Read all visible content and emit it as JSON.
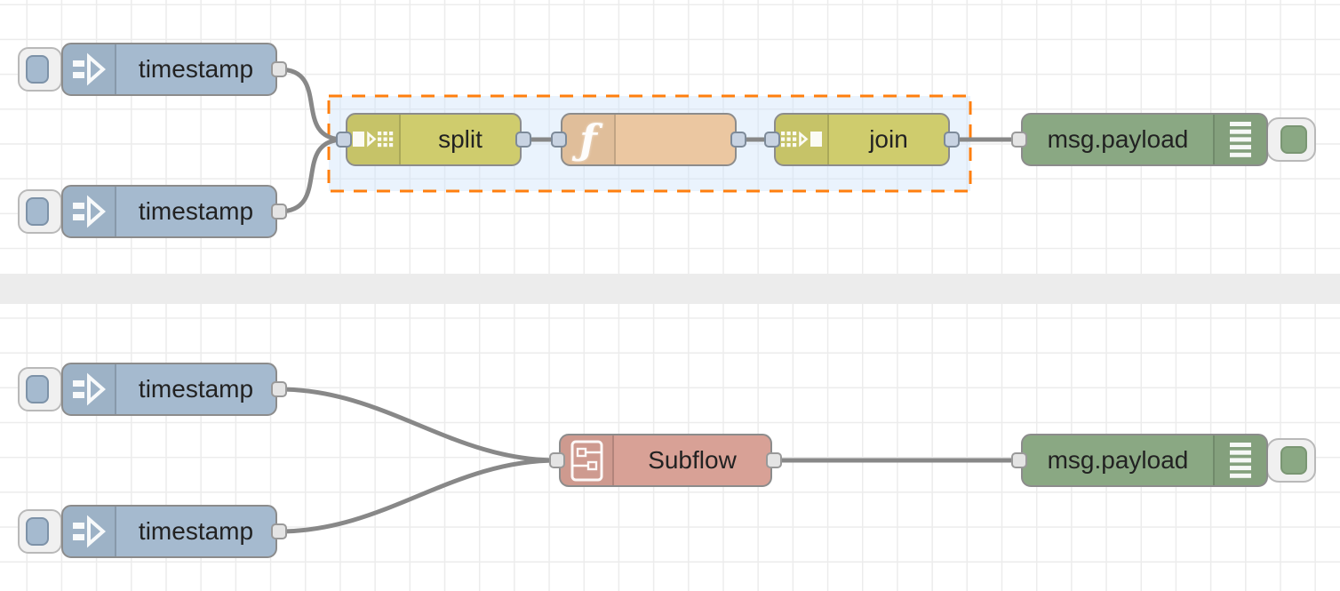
{
  "theme": {
    "inject_color": "#a5bacf",
    "split_join_color": "#cfcc6d",
    "function_color": "#ebc7a1",
    "subflow_color": "#d8a196",
    "debug_color": "#8aa883",
    "wire_color": "#888888",
    "selection_border_color": "#ff7f0e",
    "selection_fill_color": "#cde3fa",
    "grid_line_color": "#ececec",
    "divider_color": "#ececec"
  },
  "flow_top": {
    "inject1": {
      "label": "timestamp"
    },
    "inject2": {
      "label": "timestamp"
    },
    "split": {
      "label": "split"
    },
    "function": {
      "label": "",
      "glyph": "ƒ"
    },
    "join": {
      "label": "join"
    },
    "debug": {
      "label": "msg.payload"
    }
  },
  "flow_bottom": {
    "inject3": {
      "label": "timestamp"
    },
    "inject4": {
      "label": "timestamp"
    },
    "subflow": {
      "label": "Subflow"
    },
    "debug": {
      "label": "msg.payload"
    }
  },
  "icons": {
    "inject": "inject-arrow-icon",
    "split": "split-icon",
    "function": "function-f-icon",
    "join": "join-icon",
    "subflow": "subflow-icon",
    "debug": "debug-list-icon"
  }
}
